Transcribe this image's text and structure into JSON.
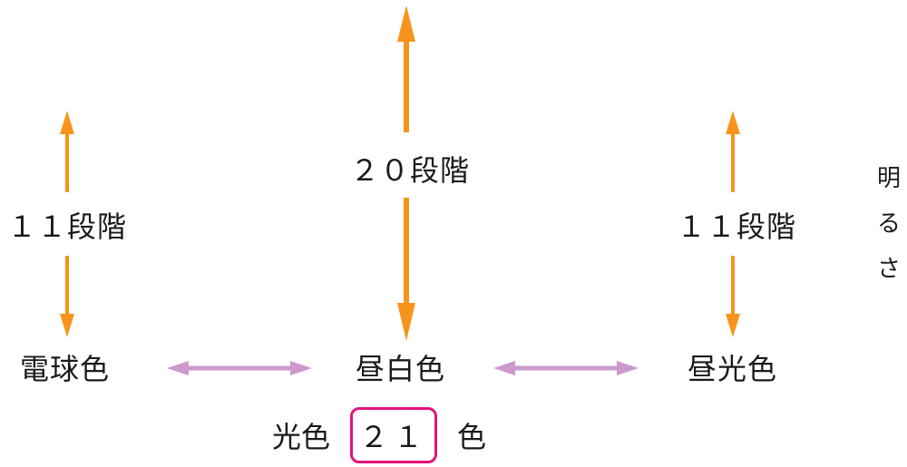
{
  "brightness": {
    "label": "明るさ",
    "left_steps": "１１段階",
    "center_steps": "２０段階",
    "right_steps": "１１段階"
  },
  "color_temperature": {
    "left": "電球色",
    "center": "昼白色",
    "right": "昼光色"
  },
  "summary": {
    "prefix": "光色",
    "count": "２１",
    "suffix": "色"
  },
  "colors": {
    "brightness_arrow": "#f7941d",
    "color_arrow": "#cc99cc",
    "highlight_box": "#e0147c"
  },
  "icons": {
    "brightness_arrow": "double-headed-vertical-arrow",
    "color_arrow": "double-headed-horizontal-arrow"
  }
}
